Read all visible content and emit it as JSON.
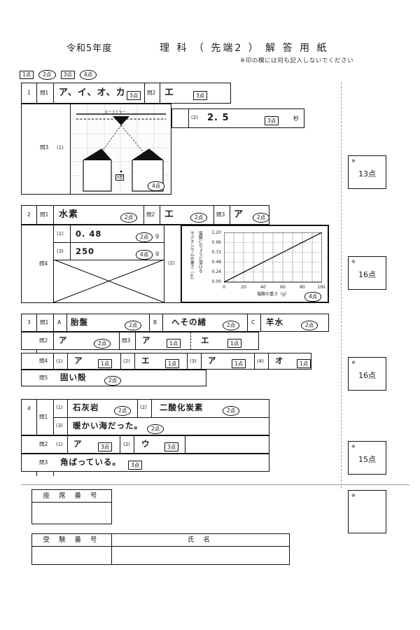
{
  "header": {
    "year": "令和5年度",
    "title": "理 科 （ 先端2 ） 解 答 用 紙",
    "note": "※印の欄には何も記入しないでください"
  },
  "legend": [
    {
      "label": "1点",
      "shape": "sq"
    },
    {
      "label": "2点",
      "shape": "ov"
    },
    {
      "label": "3点",
      "shape": "sq"
    },
    {
      "label": "4点",
      "shape": "ov"
    }
  ],
  "sections": [
    {
      "no": "1",
      "q1_label": "問1",
      "q1_answer": "ア、イ、オ、カ",
      "q1_points": "3点",
      "q2_label": "問2",
      "q2_answer": "エ",
      "q2_points": "3点",
      "q3_label": "問3",
      "q3_1_num": "(1)",
      "q3_1_points": "4点",
      "q3_2_num": "(2)",
      "q3_2_answer": "2. 5",
      "q3_2_points": "3点",
      "q3_2_unit": "秒",
      "diagram": {
        "mirror_label": "カーブミラー",
        "person_label": "X君"
      },
      "score_mark": "※",
      "score_value": "13点"
    },
    {
      "no": "2",
      "q1_label": "問1",
      "q1_answer": "水素",
      "q1_points": "2点",
      "q2_label": "問2",
      "q2_answer": "エ",
      "q2_points": "2点",
      "q3_label": "問3",
      "q3_answer": "ア",
      "q3_points": "2点",
      "q4_label": "問4",
      "q4_1_num": "(1)",
      "q4_1_answer": "0. 48",
      "q4_1_points": "2点",
      "q4_1_unit": "g",
      "q4_3_num": "(3)",
      "q4_3_answer": "250",
      "q4_3_points": "4点",
      "q4_3_unit": "g",
      "q4_2_num": "(2)",
      "q4_2_points": "4点",
      "score_mark": "※",
      "score_value": "16点"
    },
    {
      "no": "3",
      "q1_label": "問1",
      "q1_a_key": "A",
      "q1_a_answer": "胎盤",
      "q1_a_points": "2点",
      "q1_b_key": "B",
      "q1_b_answer": "へその緒",
      "q1_b_points": "2点",
      "q1_c_key": "C",
      "q1_c_answer": "羊水",
      "q1_c_points": "2点",
      "q2_label": "問2",
      "q2_answer": "ア",
      "q2_points": "2点",
      "q3_label": "問3",
      "q3_answer_1": "ア",
      "q3_points_1": "1点",
      "q3_answer_2": "エ",
      "q3_points_2": "1点",
      "q4_label": "問4",
      "q4_1_num": "(1)",
      "q4_1_answer": "ア",
      "q4_1_points": "1点",
      "q4_2_num": "(2)",
      "q4_2_answer": "エ",
      "q4_2_points": "1点",
      "q4_3_num": "(3)",
      "q4_3_answer": "ア",
      "q4_3_points": "1点",
      "q4_4_num": "(4)",
      "q4_4_answer": "オ",
      "q4_4_points": "1点",
      "q5_label": "問5",
      "q5_answer": "固い殻",
      "q5_points": "2点",
      "score_mark": "※",
      "score_value": "16点"
    },
    {
      "no": "4",
      "q1_label": "問1",
      "q1_1_num": "(1)",
      "q1_1_answer": "石灰岩",
      "q1_1_points": "2点",
      "q1_2_num": "(2)",
      "q1_2_answer": "二酸化炭素",
      "q1_2_points": "2点",
      "q1_3_num": "(3)",
      "q1_3_answer": "暖かい海だった。",
      "q1_3_points": "2点",
      "q2_label": "問2",
      "q2_1_num": "(1)",
      "q2_1_answer": "ア",
      "q2_1_points": "3点",
      "q2_2_num": "(2)",
      "q2_2_answer": "ウ",
      "q2_2_points": "3点",
      "q3_label": "問3",
      "q3_answer": "角ばっている。",
      "q3_points": "3点",
      "score_mark": "※",
      "score_value": "15点"
    }
  ],
  "chart_data": {
    "type": "line",
    "title": "",
    "xlabel": "塩酸の重さ（g）",
    "ylabel": "塩酸にちょうど溶けるマグネシウムの重さ（g）",
    "ylabel_col1": "塩酸にちょうど溶ける",
    "ylabel_col2": "マグネシウムの重さ（g）",
    "xticks": [
      "0",
      "20",
      "40",
      "60",
      "80",
      "100"
    ],
    "yticks": [
      "0.00",
      "0.24",
      "0.48",
      "0.72",
      "0.96",
      "1.20"
    ],
    "xlim": [
      0,
      100
    ],
    "ylim": [
      0,
      1.2
    ],
    "grid": true,
    "legend_position": "none",
    "series": [
      {
        "name": "溶けるマグネシウムの重さ",
        "x": [
          0,
          20,
          40,
          60,
          80,
          100
        ],
        "values": [
          0.0,
          0.24,
          0.48,
          0.72,
          0.96,
          1.2
        ]
      }
    ],
    "points_badge": "4点"
  },
  "footer": {
    "seat_label": "座 席 番 号",
    "exam_label": "受 験 番 号",
    "name_label": "氏     名",
    "total_mark": "※"
  }
}
